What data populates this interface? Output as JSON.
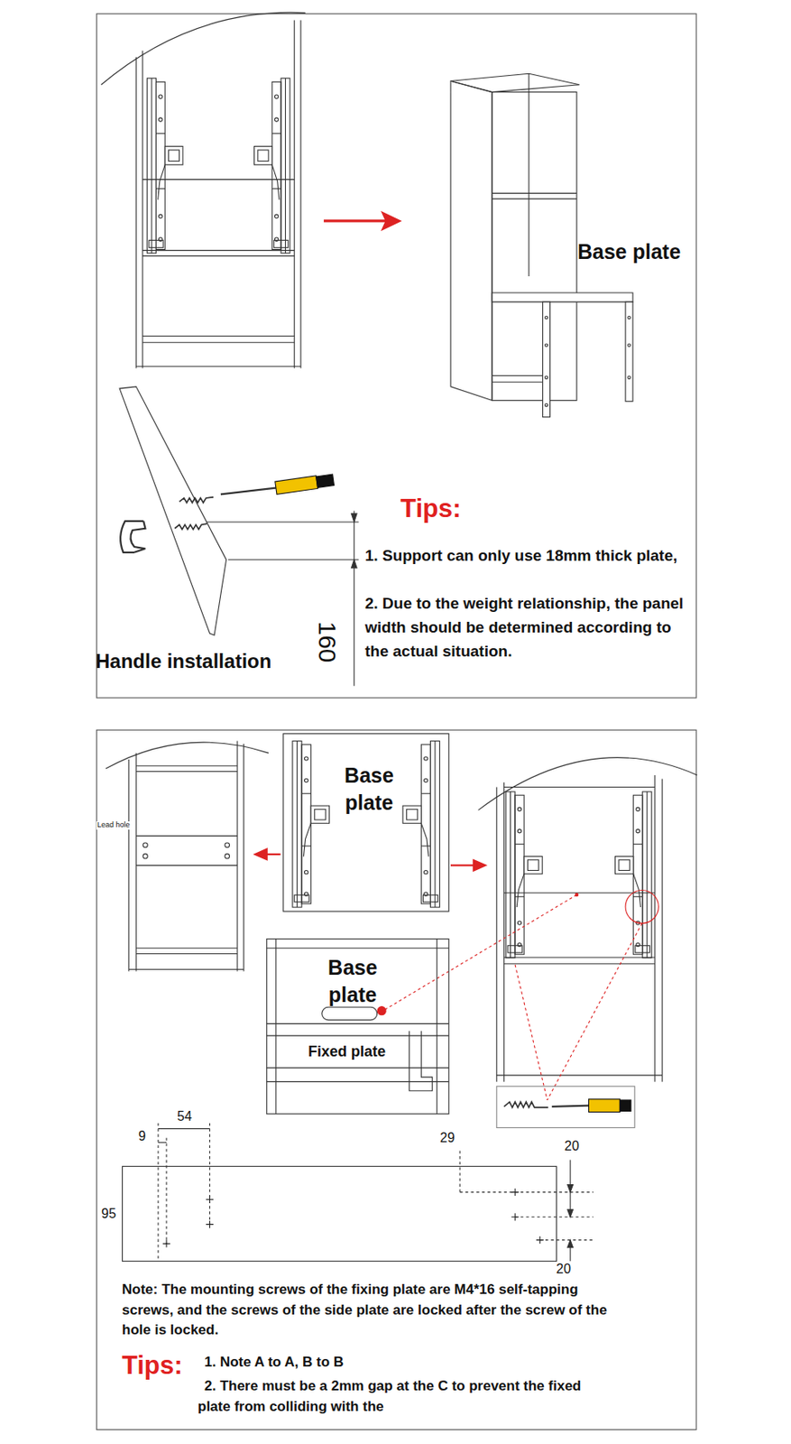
{
  "diagram": {
    "labels": [
      "Base plate",
      "Tips:",
      "1. Support can only use 18mm thick plate,",
      "2. Due to the weight relationship, the panel width should be determined according to the actual situation.",
      "160",
      "Handle installation",
      "Lead hole",
      "Base plate",
      "Base plate",
      "Fixed plate",
      "9",
      "54",
      "29",
      "20",
      "95",
      "20",
      "Note: The mounting screws of the fixing plate are M4*16 self-tapping screws, and the screws of the side plate are locked after the screw of the hole is locked.",
      "Tips:",
      "1. Note A to A, B to B",
      "2. There must be a 2mm gap at the C to prevent the fixed plate from colliding with the"
    ]
  }
}
